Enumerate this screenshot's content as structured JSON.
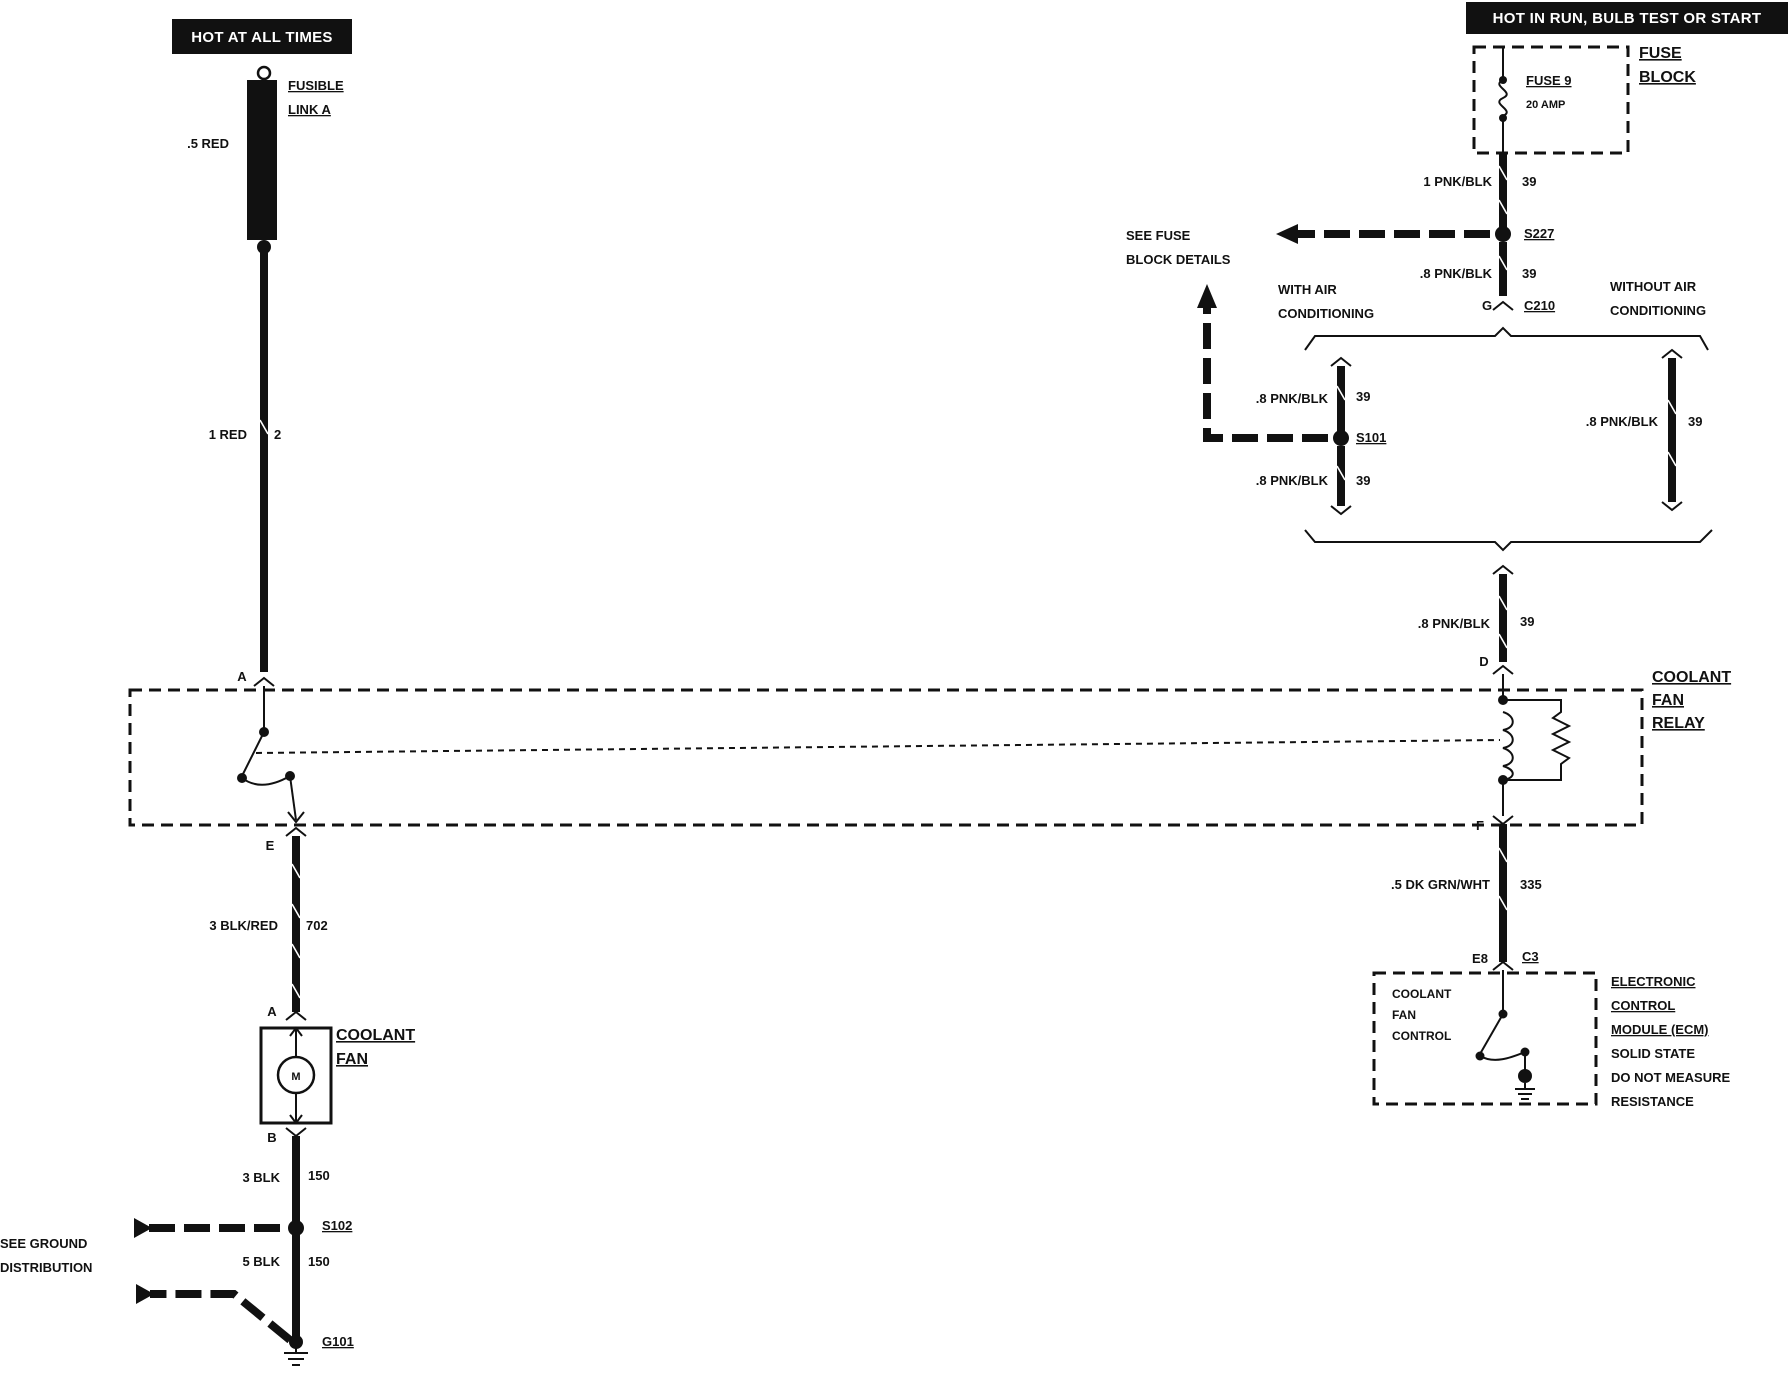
{
  "left_circuit": {
    "header": "HOT AT ALL TIMES",
    "fusible_link_line1": "FUSIBLE",
    "fusible_link_line2": "LINK A",
    "fusible_link_wire": ".5 RED",
    "main_wire_label": "1 RED",
    "main_wire_circuit": "2",
    "relay_pin_in": "A",
    "relay_pin_out": "E",
    "fan_feed_wire": "3 BLK/RED",
    "fan_feed_circuit": "702",
    "fan_pin_top": "A",
    "fan_pin_bottom": "B",
    "fan_name_line1": "COOLANT",
    "fan_name_line2": "FAN",
    "motor_symbol": "M",
    "ground_wire_1": "3 BLK",
    "ground_wire_1_circuit": "150",
    "splice_s102": "S102",
    "ground_wire_2": "5 BLK",
    "ground_wire_2_circuit": "150",
    "ground_g101": "G101",
    "see_ground_line1": "SEE GROUND",
    "see_ground_line2": "DISTRIBUTION"
  },
  "right_circuit": {
    "header": "HOT IN RUN, BULB TEST OR START",
    "fuse_line1": "FUSE 9",
    "fuse_line2": "20 AMP",
    "fuse_block_line1": "FUSE",
    "fuse_block_line2": "BLOCK",
    "wire_1": "1 PNK/BLK",
    "wire_1_circuit": "39",
    "splice_s227": "S227",
    "see_fuse_line1": "SEE FUSE",
    "see_fuse_line2": "BLOCK DETAILS",
    "wire_2": ".8 PNK/BLK",
    "wire_2_circuit": "39",
    "connector_pin": "G",
    "connector_c210": "C210",
    "with_ac_line1": "WITH AIR",
    "with_ac_line2": "CONDITIONING",
    "without_ac_line1": "WITHOUT AIR",
    "without_ac_line2": "CONDITIONING",
    "ac_wire_top": ".8 PNK/BLK",
    "ac_wire_top_circuit": "39",
    "splice_s101": "S101",
    "ac_wire_bottom": ".8 PNK/BLK",
    "ac_wire_bottom_circuit": "39",
    "noac_wire": ".8 PNK/BLK",
    "noac_wire_circuit": "39",
    "relay_feed_wire": ".8 PNK/BLK",
    "relay_feed_circuit": "39",
    "relay_pin_in": "D",
    "relay_pin_out": "F",
    "relay_name_line1": "COOLANT",
    "relay_name_line2": "FAN",
    "relay_name_line3": "RELAY",
    "ecm_wire": ".5 DK GRN/WHT",
    "ecm_wire_circuit": "335",
    "ecm_pin": "E8",
    "ecm_connector": "C3",
    "ecm_inner_line1": "COOLANT",
    "ecm_inner_line2": "FAN",
    "ecm_inner_line3": "CONTROL",
    "ecm_name_line1": "ELECTRONIC",
    "ecm_name_line2": "CONTROL",
    "ecm_name_line3": "MODULE (ECM)",
    "ecm_note_line1": "SOLID STATE",
    "ecm_note_line2": "DO NOT MEASURE",
    "ecm_note_line3": "RESISTANCE"
  }
}
